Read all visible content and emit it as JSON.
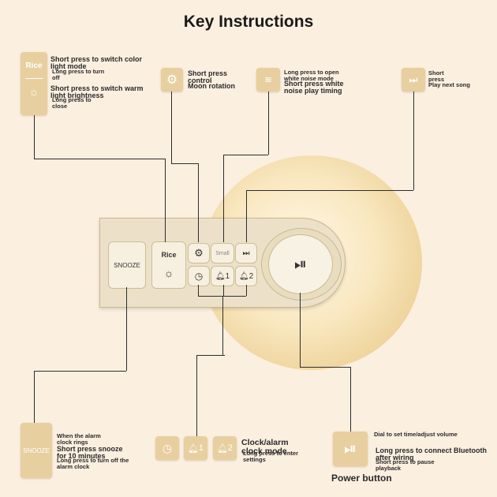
{
  "title": "Key Instructions",
  "rice": {
    "tile_label": "Rice",
    "short_press": "Short press to switch color light mode",
    "long_press": "Long press to turn off"
  },
  "brightness": {
    "short_press": "Short press to switch warm light brightness",
    "long_press": "Long press to close"
  },
  "moon_btn": {
    "short_press": "Short press control",
    "moon_rotation": "Moon rotation"
  },
  "whitenoise": {
    "long_press": "Long press to open white noise mode",
    "short_press": "Short press white noise play timing"
  },
  "next": {
    "short_press": "Short press",
    "play_next": "Play next song"
  },
  "remote": {
    "snooze_label": "SNOOZE",
    "rice_label": "Rice",
    "small_label": "Small",
    "alarm1": "1",
    "alarm2": "2"
  },
  "snooze": {
    "tile_label": "SNOOZE",
    "when": "When the alarm clock rings",
    "short_press": "Short press snooze for 10 minutes",
    "long_press": "Long press to turn off the alarm clock"
  },
  "clock": {
    "alarm1": "1",
    "alarm2": "2",
    "mode": "Clock/alarm clock mode",
    "long_press": "Long press to enter settings"
  },
  "power": {
    "dial": "Dial to set time/adjust volume",
    "long_press": "Long press to connect Bluetooth after wiring",
    "short_press": "Short press to pause playback",
    "title": "Power button"
  },
  "icons": [
    "gear-icon",
    "wave-icon",
    "next-icon",
    "sun-icon",
    "clock-icon",
    "bell-icon",
    "play-pause-icon"
  ]
}
